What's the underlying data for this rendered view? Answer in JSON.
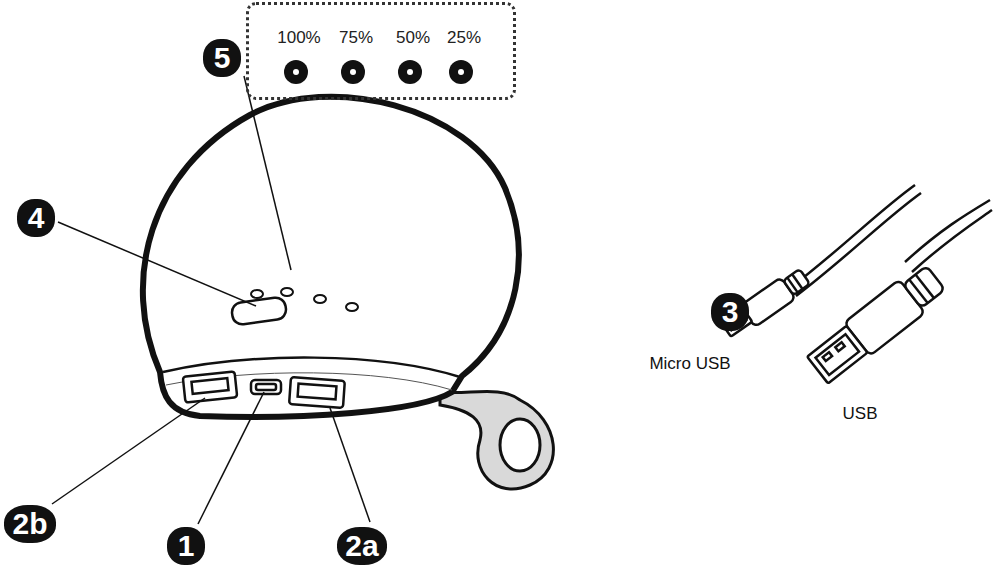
{
  "diagram": {
    "nodes": [
      {
        "text": [
          "100%",
          "75%",
          "50%",
          "25%"
        ]
      }
    ],
    "labels": [
      "5",
      "4",
      "3",
      "2b",
      "1",
      "2a",
      "Micro USB",
      "USB"
    ]
  }
}
